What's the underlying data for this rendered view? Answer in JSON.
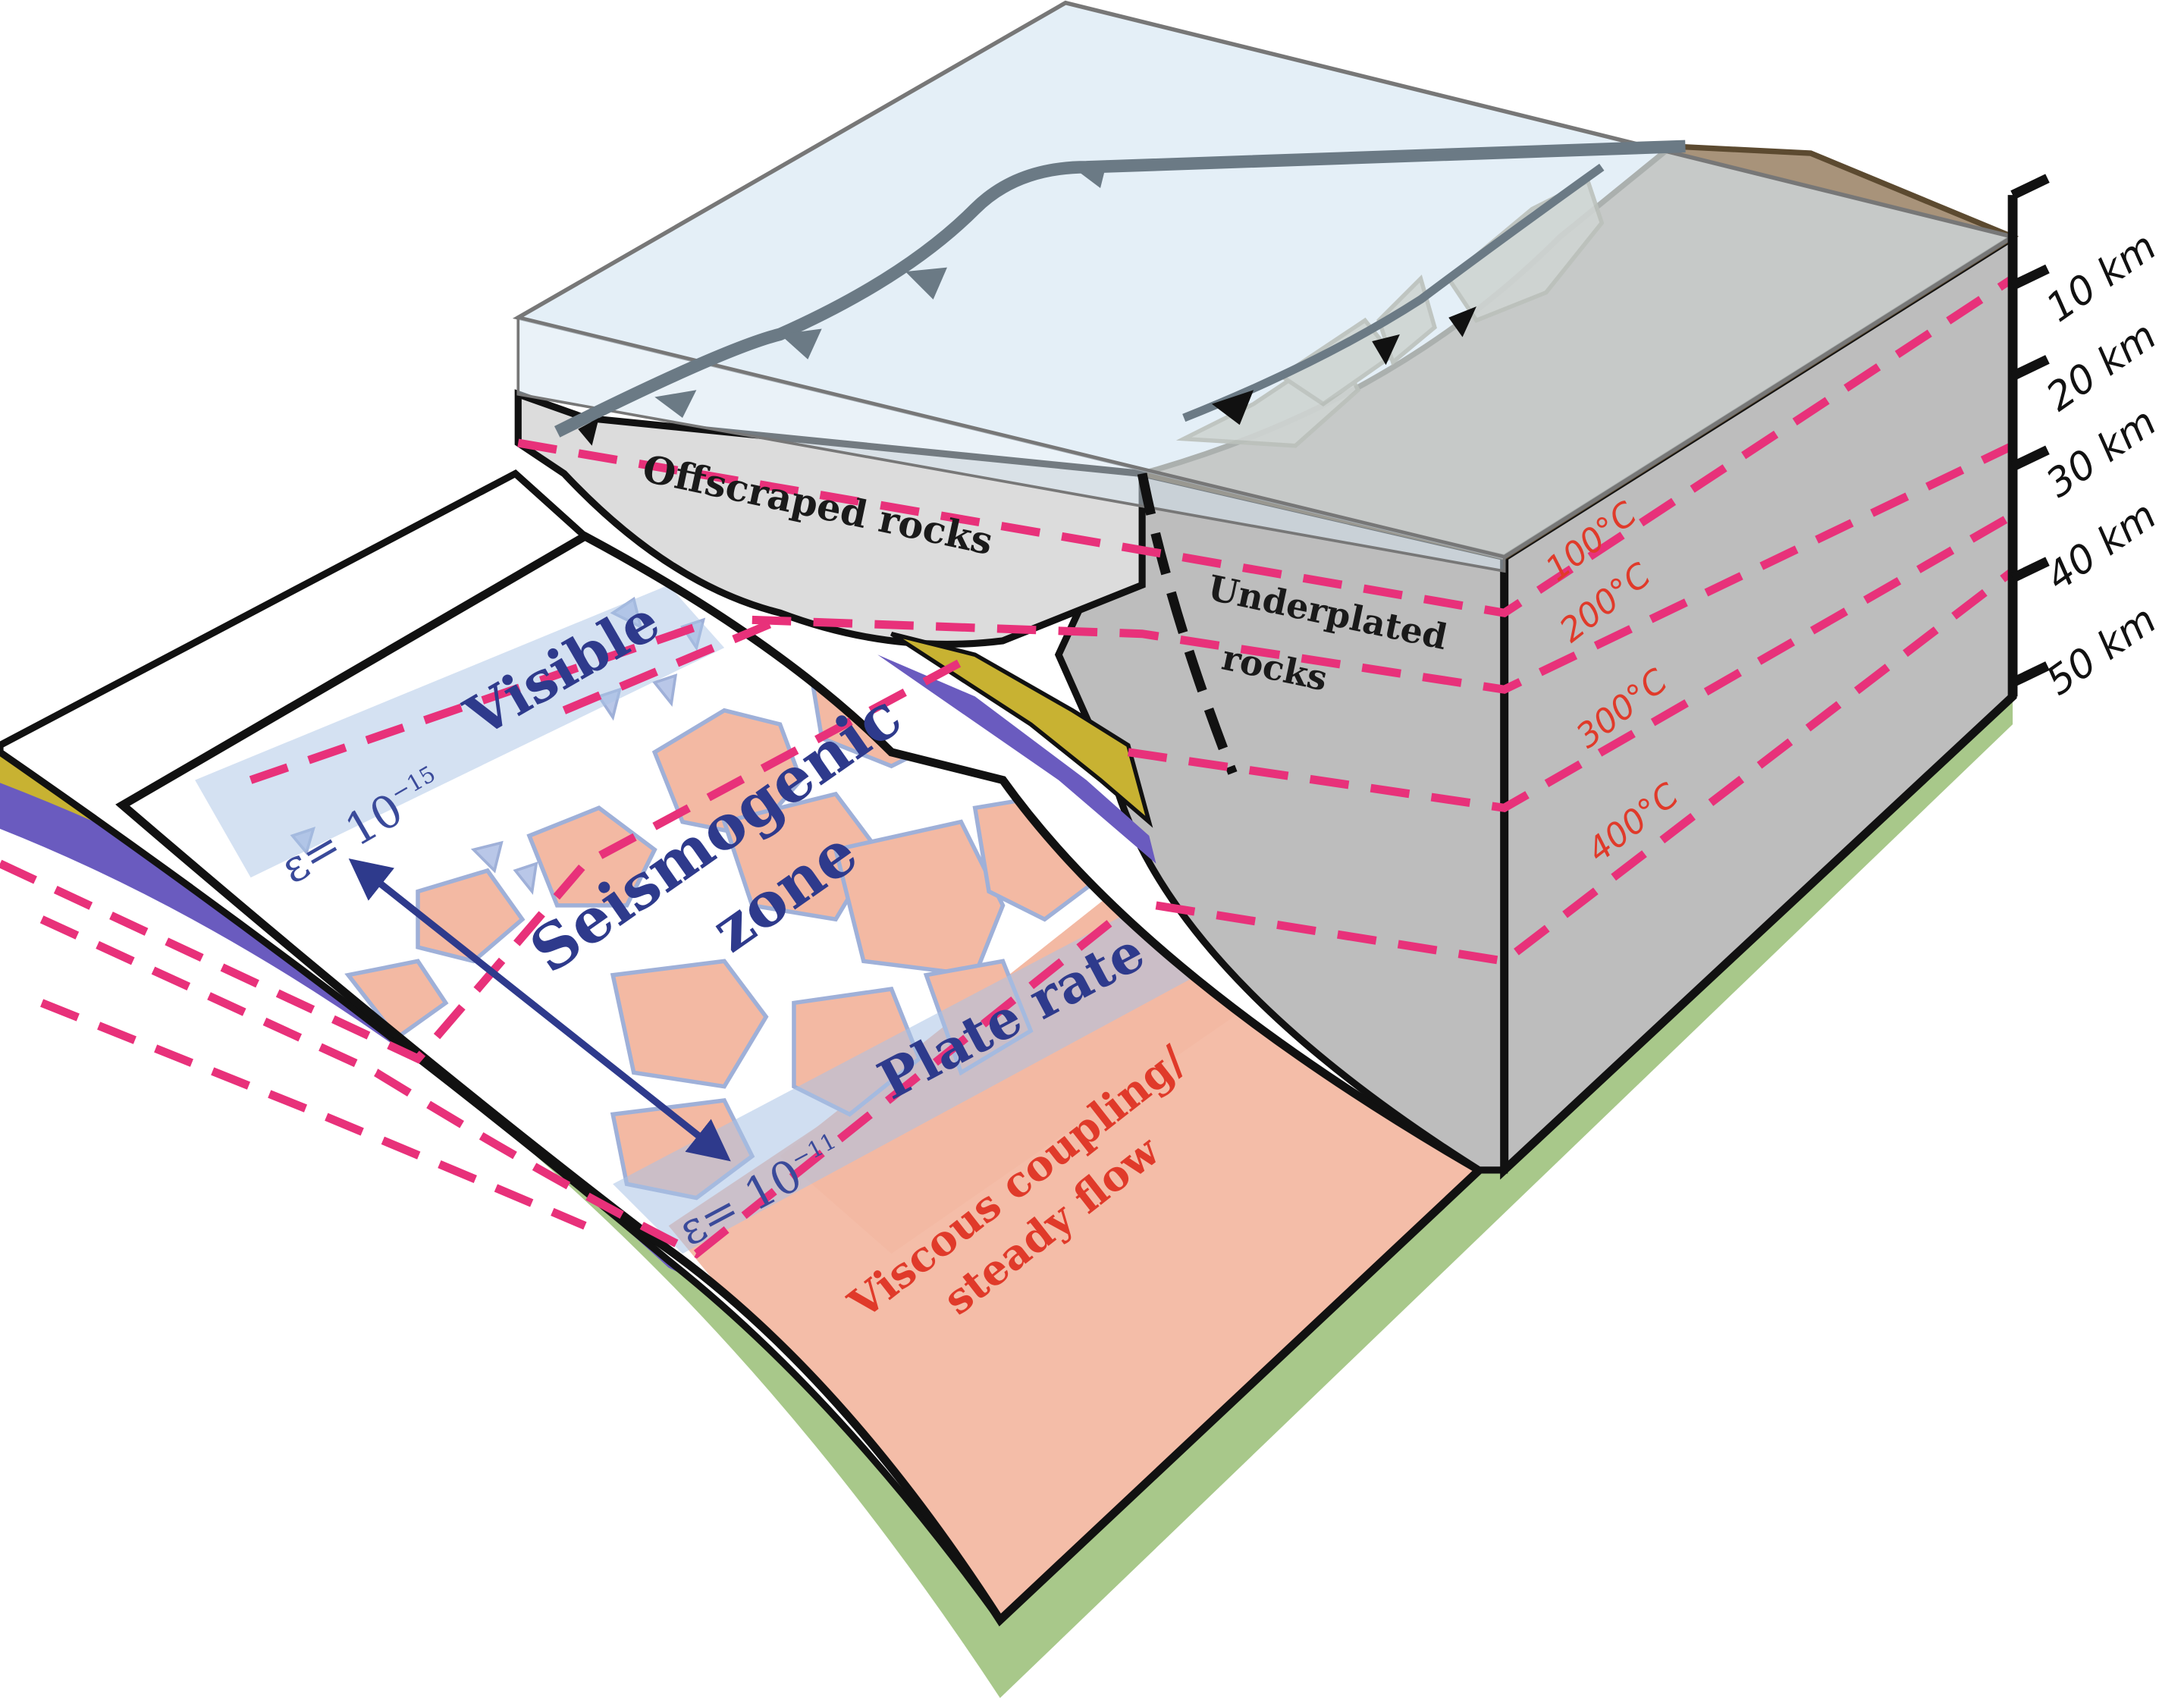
{
  "labels": {
    "offscraped": "Offscraped rocks",
    "underplated_1": "Underplated",
    "underplated_2": "rocks",
    "seismogenic_1": "Seismogenic",
    "seismogenic_2": "zone",
    "visible": "Visible",
    "plate_rate": "Plate rate",
    "viscous_1": "Viscous coupling/",
    "viscous_2": "steady flow"
  },
  "strain_rates": {
    "top": {
      "base": "ε= 10",
      "exponent": "−15"
    },
    "bottom": {
      "base": "ε= 10",
      "exponent": "−11"
    }
  },
  "isotherms": [
    "100°C",
    "200°C",
    "300°C",
    "400°C"
  ],
  "depth_scale": [
    "10 km",
    "20 km",
    "30 km",
    "40 km",
    "50 km"
  ],
  "colors": {
    "seismogenic_blocks": "#f3b9a3",
    "block_outline": "#9fb0d8",
    "isotherm": "#e8317a",
    "upper_plate_side": "#bdbdbd",
    "forearc_top": "#a8937a",
    "transparent_cover": "#d6e6f2",
    "green_base": "#a8c88a",
    "purple_layer": "#6a5bbf",
    "olive_layer": "#c8b232",
    "band_blue": "#a9c3e6",
    "arrow_blue": "#2e3a8c"
  }
}
